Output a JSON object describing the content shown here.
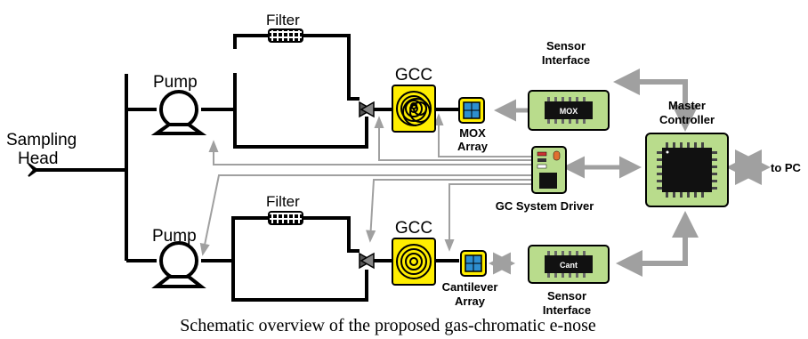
{
  "labels": {
    "sampling_head_1": "Sampling",
    "sampling_head_2": "Head",
    "pump_top": "Pump",
    "pump_bottom": "Pump",
    "filter_top": "Filter",
    "filter_bottom": "Filter",
    "gcc_top": "GCC",
    "gcc_bottom": "GCC",
    "mox_array_1": "MOX",
    "mox_array_2": "Array",
    "cantilever_array_1": "Cantilever",
    "cantilever_array_2": "Array",
    "sensor_interface_top_1": "Sensor",
    "sensor_interface_top_2": "Interface",
    "sensor_interface_bottom_1": "Sensor",
    "sensor_interface_bottom_2": "Interface",
    "chip_mox": "MOX",
    "chip_cant": "Cant",
    "master_controller_1": "Master",
    "master_controller_2": "Controller",
    "gc_system_driver": "GC System Driver",
    "to_pc": "to PC"
  },
  "caption": "Schematic overview of the proposed gas-chromatic e-nose",
  "colors": {
    "gcc_fill": "#ffee00",
    "board_fill": "#b9dc8c",
    "array_fill": "#2e8fcf",
    "arrow_gray": "#a0a0a0",
    "tube_black": "#000000"
  }
}
